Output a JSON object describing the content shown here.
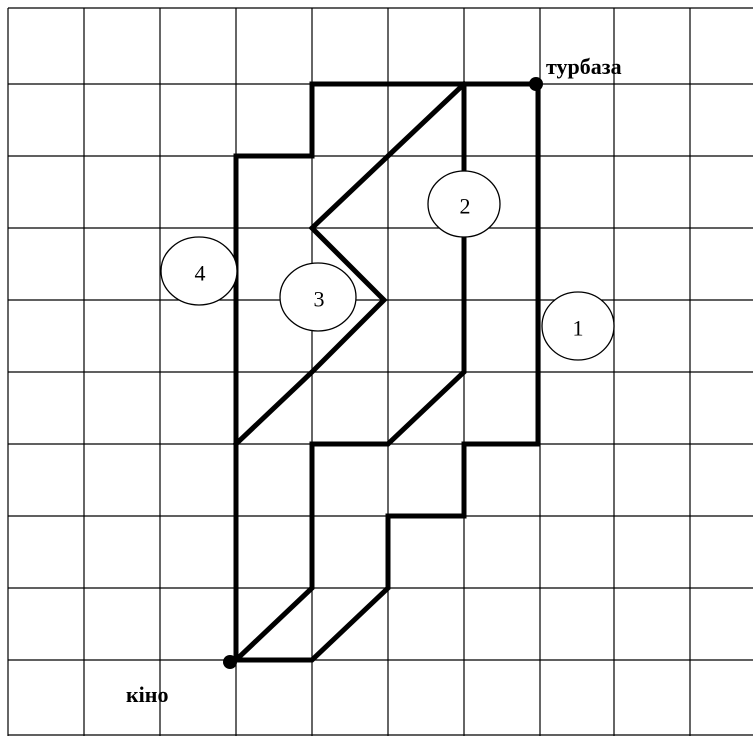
{
  "places": {
    "start_label": "кіно",
    "end_label": "турбаза"
  },
  "routes": [
    {
      "id": "1",
      "label": "1"
    },
    {
      "id": "2",
      "label": "2"
    },
    {
      "id": "3",
      "label": "3"
    },
    {
      "id": "4",
      "label": "4"
    }
  ],
  "colors": {
    "lines": "#000000",
    "background": "#ffffff"
  }
}
